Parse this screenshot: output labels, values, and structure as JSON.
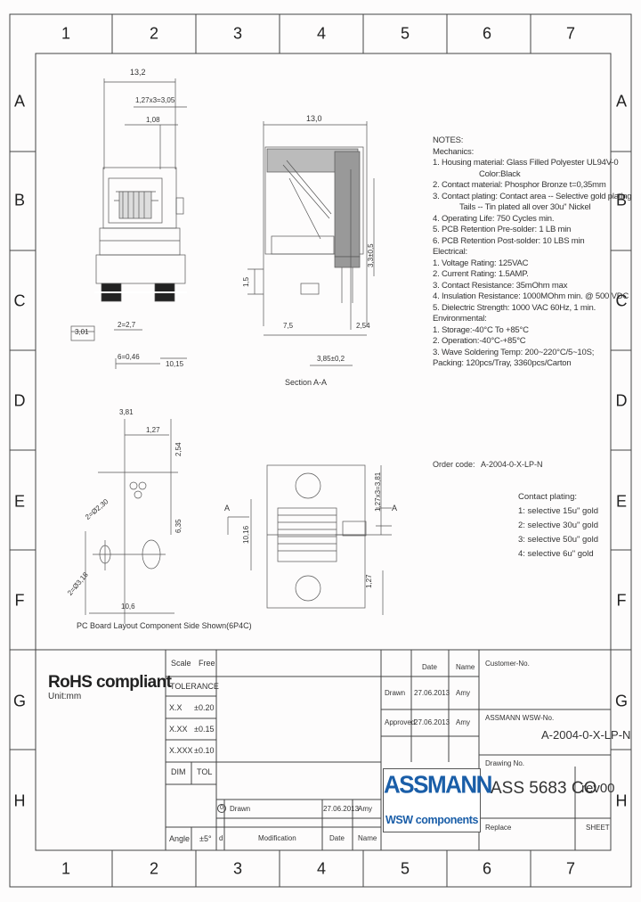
{
  "ruler": {
    "columns": [
      "1",
      "2",
      "3",
      "4",
      "5",
      "6",
      "7"
    ],
    "rows": [
      "A",
      "B",
      "C",
      "D",
      "E",
      "F",
      "G",
      "H"
    ]
  },
  "dimensions": {
    "side_top": "13,2",
    "side_pin": "1,27x3=3,05",
    "side_108": "1,08",
    "side_2_27": "2=2,7",
    "side_pcb": "3,01",
    "side_6_046": "6=0,46",
    "side_10": "10,15",
    "section_top": "13,0",
    "section_vert": "3,3±0,5",
    "section_left": "1,5",
    "section_75": "7,5",
    "section_254": "2,54",
    "section_385": "3,85±0,2",
    "section_label": "Section A-A",
    "pcb_381": "3,81",
    "pcb_127": "1,27",
    "pcb_254": "2,54",
    "pcb_635": "6,35",
    "pcb_hole1": "2=Ø2,30",
    "pcb_hole2": "2=Ø3,18",
    "pcb_106": "10,6",
    "pcb_caption": "PC Board Layout Component Side Shown(6P4C)",
    "front_1016": "10,16",
    "front_127x3": "1,27x3=3,81",
    "front_127": "1,27",
    "front_A": "A",
    "front_A2": "A"
  },
  "notes": [
    "NOTES:",
    "Mechanics:",
    "1. Housing material: Glass Filled Polyester UL94V-0",
    "                    Color:Black",
    "2. Contact material: Phosphor Bronze t=0,35mm",
    "3. Contact plating: Contact area -- Selective gold plating",
    "                    Tails -- Tin plated all over 30u\" Nickel",
    "4. Operating Life: 750 Cycles min.",
    "5. PCB Retention Pre-solder: 1 LB min",
    "6. PCB Retention Post-solder: 10 LBS min",
    "Electrical:",
    "1. Voltage Rating: 125VAC",
    "2. Current Rating: 1.5AMP.",
    "3. Contact Resistance: 35mOhm max",
    "4. Insulation Resistance: 1000MOhm min. @ 500 VDC",
    "5. Dielectric Strength: 1000 VAC 60Hz, 1 min.",
    "Environmental:",
    "1. Storage:-40°C To +85°C",
    "2. Operation:-40°C-+85°C",
    "3. Wave Soldering Temp: 200~220°C/5~10S;",
    "Packing: 120pcs/Tray, 3360pcs/Carton"
  ],
  "order_code": {
    "label": "Order code:",
    "value": "A-2004-0-X-LP-N"
  },
  "contact_plating": {
    "title": "Contact plating:",
    "items": [
      "1: selective 15u\" gold",
      "2: selective 30u\" gold",
      "3: selective 50u\" gold",
      "4: selective 6u\" gold"
    ]
  },
  "title_block": {
    "rohs": "RoHS compliant",
    "unit": "Unit:mm",
    "scale_label": "Scale",
    "scale_value": "Free",
    "tolerance": "TOLERANCE",
    "tol_rows": [
      {
        "k": "X.X",
        "v": "±0.20"
      },
      {
        "k": "X.XX",
        "v": "±0.15"
      },
      {
        "k": "X.XXX",
        "v": "±0.10"
      }
    ],
    "dim": "DIM",
    "tol": "TOL",
    "angle": "Angle",
    "angle_value": "±5°",
    "date_h": "Date",
    "name_h": "Name",
    "drawn": "Drawn",
    "drawn_date": "27.06.2013",
    "drawn_name": "Amy",
    "approved": "Approved",
    "approved_date": "27.06.2013",
    "approved_name": "Amy",
    "rev_idx": "0",
    "rev_desc": "Drawn",
    "rev_date": "27.06.2013",
    "rev_name": "Amy",
    "col_d": "d",
    "col_mod": "Modification",
    "col_date": "Date",
    "col_name": "Name",
    "customer_no": "Customer-No.",
    "assmann_no": "ASSMANN WSW-No.",
    "part_no": "A-2004-0-X-LP-N",
    "drawing_no_label": "Drawing No.",
    "drawing_no": "ASS 5683 CO",
    "rev": "rev00",
    "replace": "Replace",
    "sheet": "SHEET",
    "logo_main": "ASSMANN",
    "logo_sub": "WSW components"
  },
  "colors": {
    "logo": "#1a5ea8",
    "line": "#444444"
  }
}
